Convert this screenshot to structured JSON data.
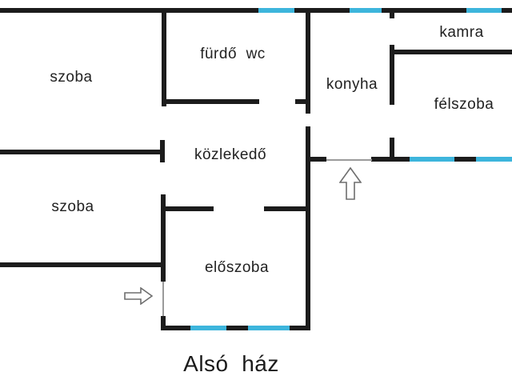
{
  "floorplan": {
    "caption": "Alsó  ház",
    "rooms": {
      "szoba_top": "szoba",
      "furdo_wc": "fürdő  wc",
      "konyha": "konyha",
      "kamra": "kamra",
      "felszoba": "félszoba",
      "kozlekedo": "közlekedő",
      "szoba_bottom": "szoba",
      "eloszoba": "előszoba"
    },
    "colors": {
      "wall": "#1c1c1c",
      "window": "#3db5dc",
      "door_line": "#9b9b9b"
    },
    "icons": {
      "entrance_arrow_up": "hollow up arrow (entrance marker)",
      "entrance_arrow_right": "hollow right arrow (entrance marker)"
    }
  }
}
